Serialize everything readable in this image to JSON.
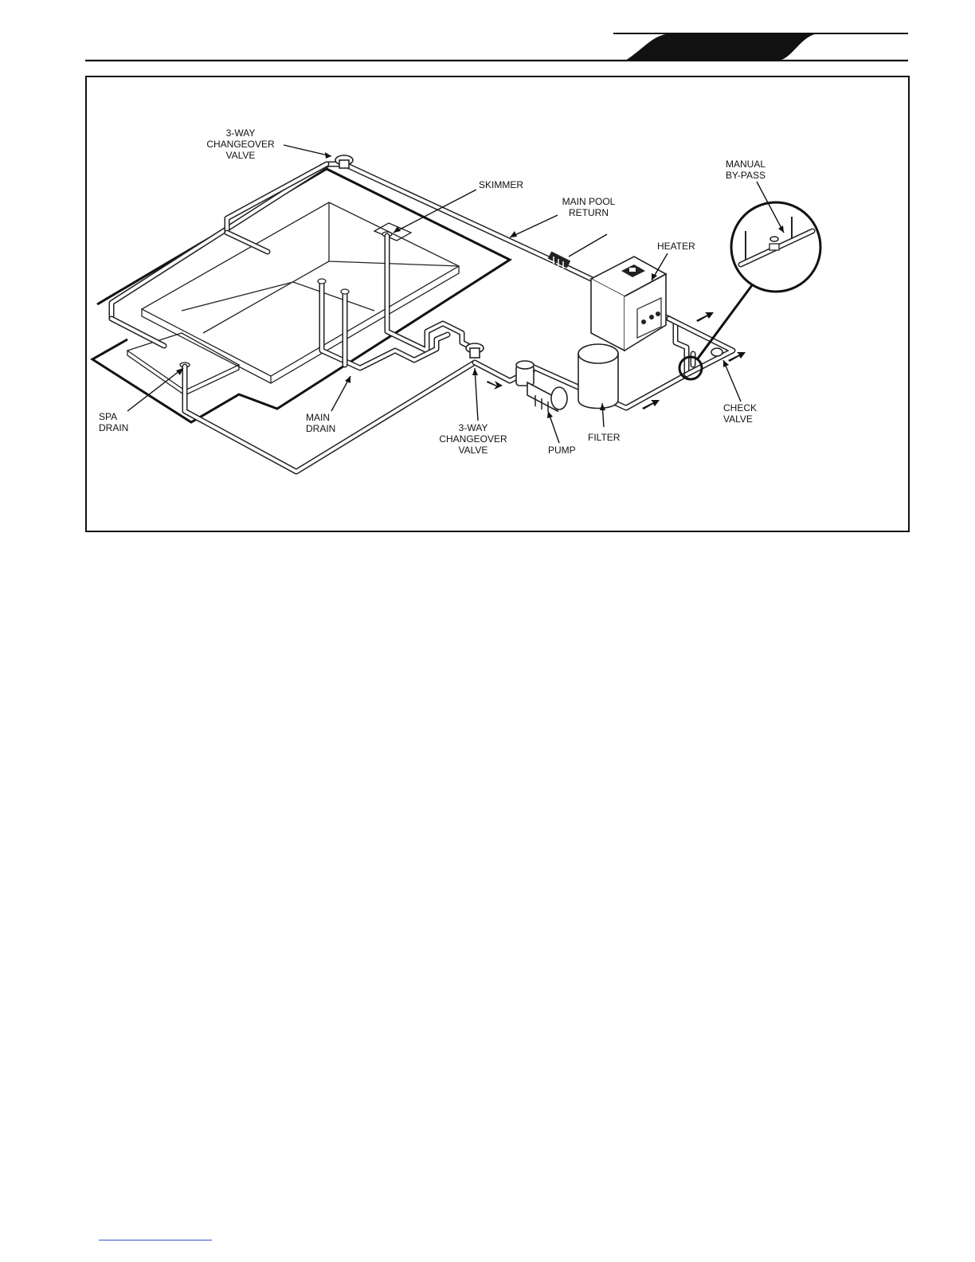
{
  "header": {
    "rule_color": "#111111",
    "tab_color": "#111111"
  },
  "diagram": {
    "labels": {
      "valve_top": "3-WAY\nCHANGEOVER\nVALVE",
      "skimmer": "SKIMMER",
      "main_pool_return": "MAIN POOL\nRETURN",
      "manual_bypass": "MANUAL\nBY-PASS",
      "heater": "HEATER",
      "spa_drain": "SPA\nDRAIN",
      "main_drain": "MAIN\nDRAIN",
      "valve_bottom": "3-WAY\nCHANGEOVER\nVALVE",
      "pump": "PUMP",
      "filter": "FILTER",
      "check_valve": "CHECK\nVALVE"
    }
  }
}
